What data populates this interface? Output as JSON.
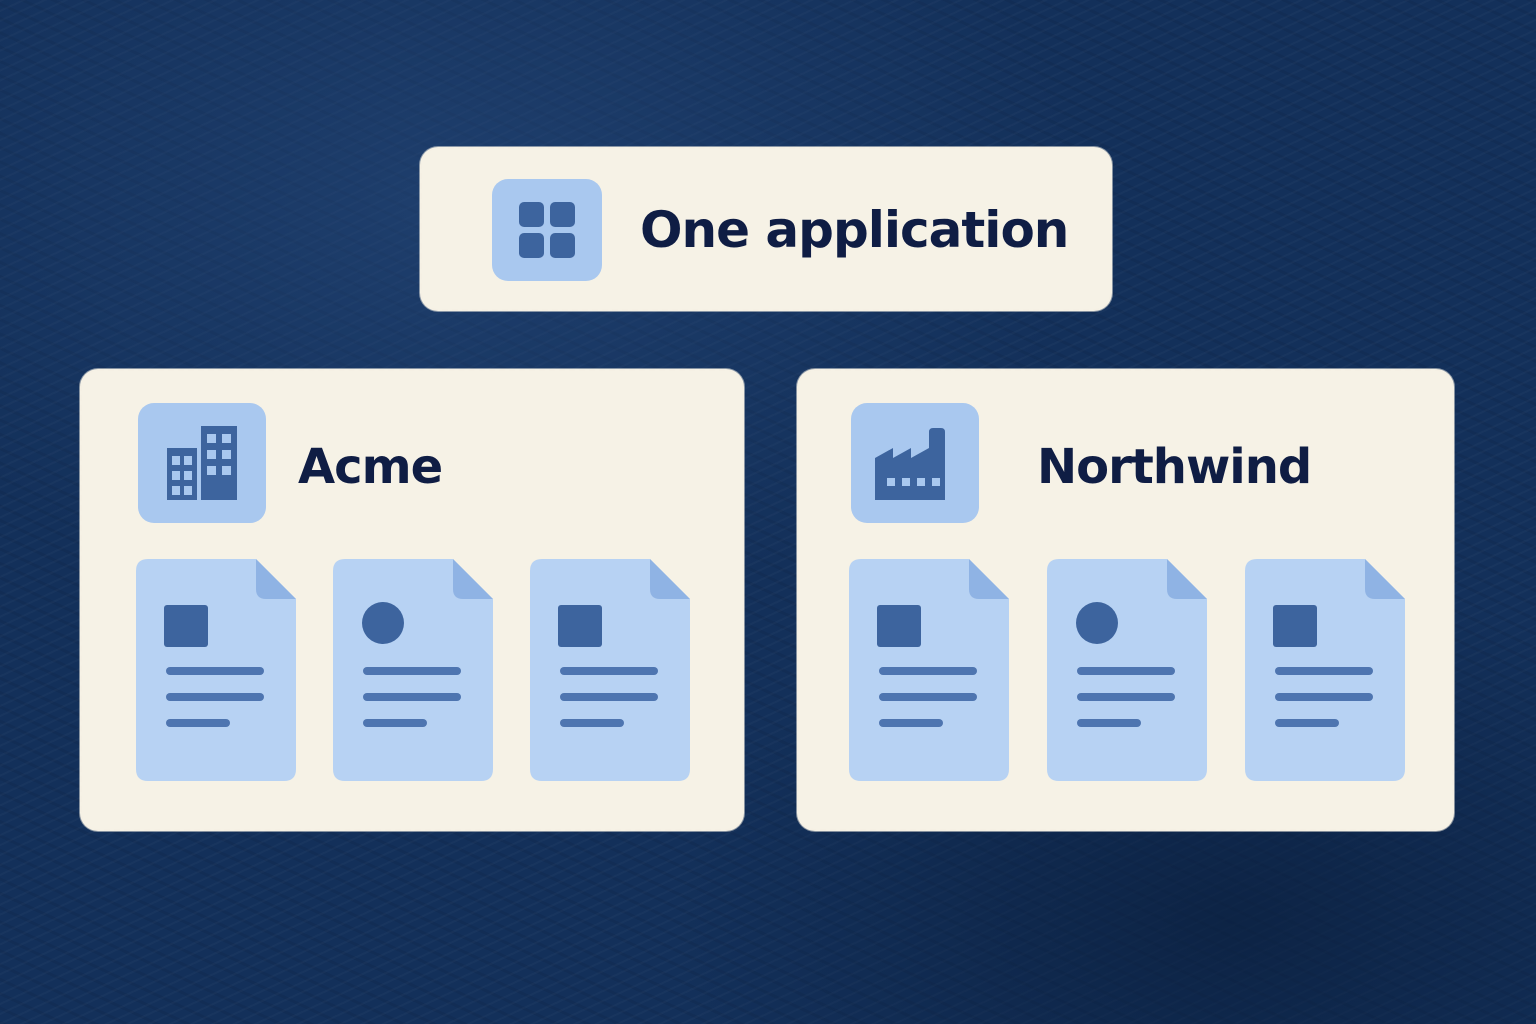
{
  "app": {
    "title": "One application",
    "icon": "grid-apps-icon"
  },
  "tenants": [
    {
      "name": "Acme",
      "icon": "office-buildings-icon",
      "documents": [
        {
          "icon": "document-icon",
          "thumbnail": "square"
        },
        {
          "icon": "document-icon",
          "thumbnail": "circle"
        },
        {
          "icon": "document-icon",
          "thumbnail": "square"
        }
      ]
    },
    {
      "name": "Northwind",
      "icon": "factory-icon",
      "documents": [
        {
          "icon": "document-icon",
          "thumbnail": "square"
        },
        {
          "icon": "document-icon",
          "thumbnail": "circle"
        },
        {
          "icon": "document-icon",
          "thumbnail": "square"
        }
      ]
    }
  ],
  "colors": {
    "background": "#13305a",
    "card": "#f6f2e6",
    "icon_tile": "#a9c8ef",
    "icon_glyph": "#3d649e",
    "document": "#b7d2f3",
    "text": "#0f1d44"
  }
}
